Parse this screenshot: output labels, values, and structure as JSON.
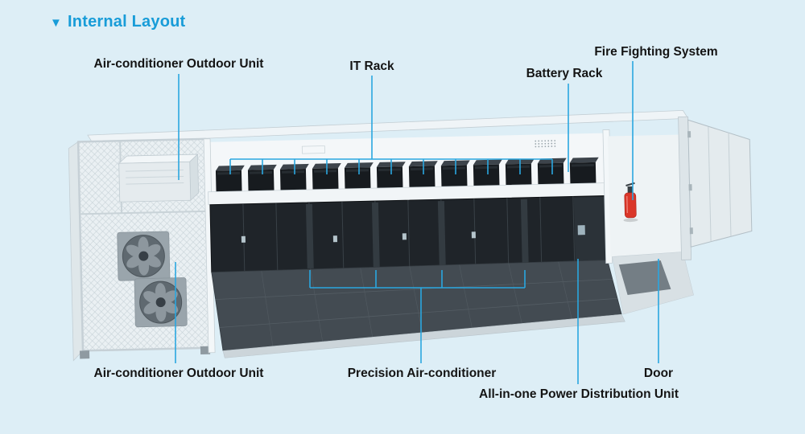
{
  "title": {
    "marker": "▼",
    "text": "Internal Layout"
  },
  "labels": {
    "ac_outdoor_top": "Air-conditioner Outdoor Unit",
    "it_rack": "IT Rack",
    "battery_rack": "Battery Rack",
    "fire_fighting": "Fire Fighting System",
    "ac_outdoor_bottom": "Air-conditioner Outdoor Unit",
    "precision_ac": "Precision Air-conditioner",
    "pdu": "All-in-one Power Distribution Unit",
    "door": "Door"
  },
  "colors": {
    "background": "#ddeef6",
    "accent": "#189cd8",
    "callout_line": "#2aa7e0",
    "label_text": "#141414",
    "container_light": "#e8eff2",
    "rack_dark": "#1f2429",
    "fire_red": "#da3629"
  }
}
